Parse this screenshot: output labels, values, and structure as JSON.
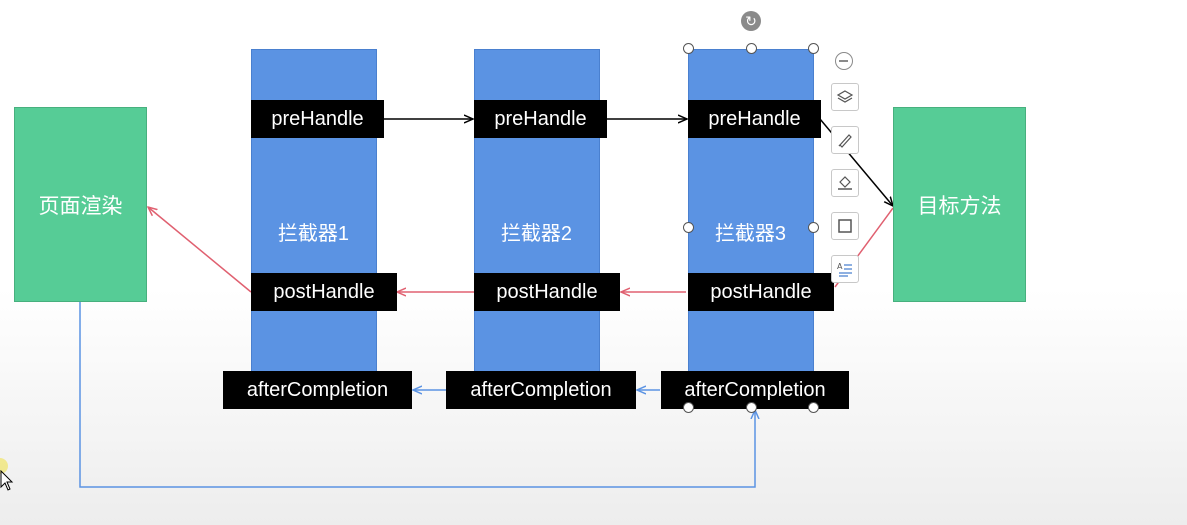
{
  "nodes": {
    "render": "页面渲染",
    "target": "目标方法",
    "interceptor1": "拦截器1",
    "interceptor2": "拦截器2",
    "interceptor3": "拦截器3"
  },
  "methods": {
    "pre_handle": "preHandle",
    "post_handle": "postHandle",
    "after_completion": "afterCompletion"
  },
  "colors": {
    "green": "#56cc96",
    "blue": "#5b93e3",
    "black_arrow": "#000000",
    "red_arrow": "#e06070",
    "blue_arrow": "#5b93e3"
  },
  "toolbar": {
    "icons": [
      "collapse-icon",
      "layers-icon",
      "pen-icon",
      "fill-icon",
      "border-icon",
      "text-format-icon"
    ]
  }
}
